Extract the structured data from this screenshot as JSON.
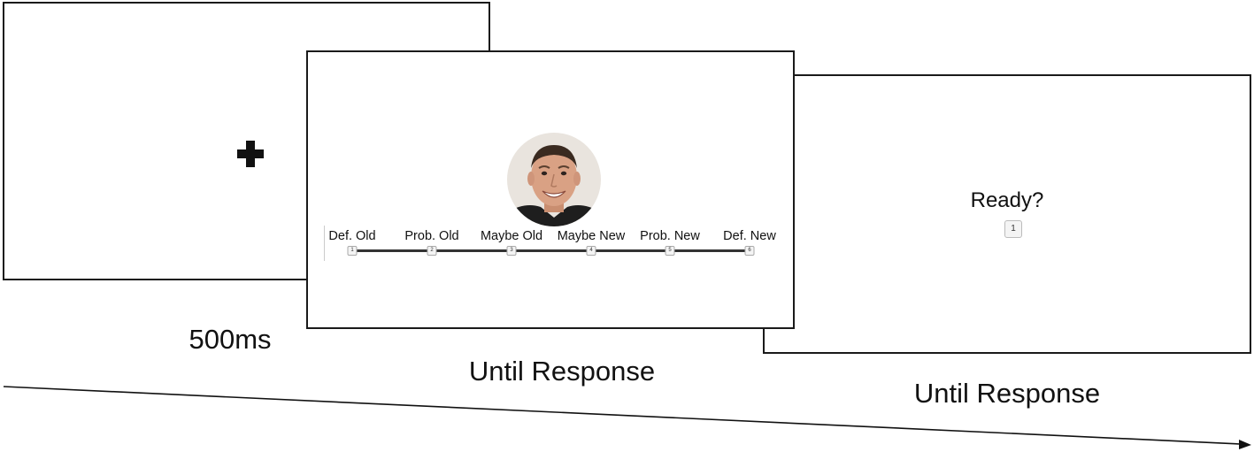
{
  "screens": {
    "fixation": {
      "symbol": "+"
    },
    "rating": {
      "image": "face-photo",
      "scale": [
        {
          "label": "Def. Old",
          "key": "1"
        },
        {
          "label": "Prob. Old",
          "key": "2"
        },
        {
          "label": "Maybe Old",
          "key": "3"
        },
        {
          "label": "Maybe New",
          "key": "4"
        },
        {
          "label": "Prob. New",
          "key": "5"
        },
        {
          "label": "Def. New",
          "key": "6"
        }
      ]
    },
    "ready": {
      "prompt": "Ready?",
      "key": "1"
    }
  },
  "durations": [
    "500ms",
    "Until Response",
    "Until Response"
  ],
  "icons": {
    "fixation": "fixation-cross-icon",
    "arrow": "timeline-arrow-icon"
  }
}
